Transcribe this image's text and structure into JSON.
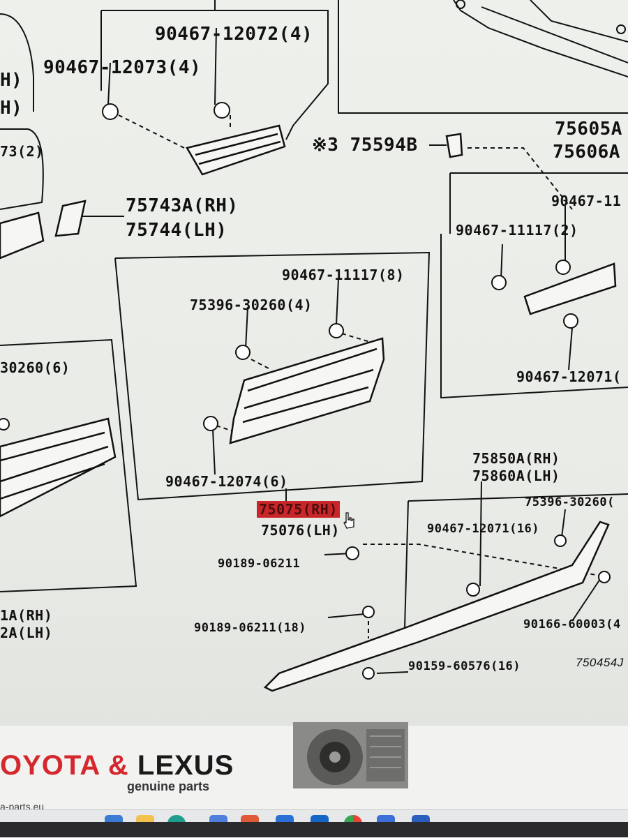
{
  "parts": {
    "p_90467_12072": "90467-12072(4)",
    "p_90467_12073": "90467-12073(4)",
    "p_h1": "H)",
    "p_h2": "H)",
    "p_73_2": "73(2)",
    "p_75594b": "※3 75594B",
    "p_75605a": "75605A",
    "p_75606a": "75606A",
    "p_75743a": "75743A(RH)",
    "p_75744": "75744(LH)",
    "p_90467_11_right": "90467-11",
    "p_90467_11117_2": "90467-11117(2)",
    "p_90467_11117_8": "90467-11117(8)",
    "p_75396_30260_4": "75396-30260(4)",
    "p_30260_6": "30260(6)",
    "p_90467_12071_right": "90467-12071(",
    "p_90467_12074": "90467-12074(6)",
    "p_75075_rh": "75075(RH)",
    "p_75076_lh": "75076(LH)",
    "p_75850a": "75850A(RH)",
    "p_75860a": "75860A(LH)",
    "p_75396_30260_right": "75396-30260(",
    "p_90467_12071_16": "90467-12071(16)",
    "p_90189_06211": "90189-06211",
    "p_90189_06211_18": "90189-06211(18)",
    "p_90166_60003": "90166-60003(4",
    "p_90159_60576": "90159-60576(16)",
    "p_1a_rh": "1A(RH)",
    "p_2a_lh": "2A(LH)",
    "p_code": "750454J"
  },
  "brand": {
    "name_red": "OYOTA",
    "amp": "&",
    "name_black": "LEXUS",
    "sub": "genuine parts",
    "url": "a-parts.eu"
  },
  "taskbar_icons": [
    "windows-start-icon",
    "file-explorer-icon",
    "edge-browser-icon",
    "store-icon",
    "mail-icon",
    "outlook-icon",
    "chrome-icon",
    "generic-app-icon",
    "photos-icon"
  ]
}
